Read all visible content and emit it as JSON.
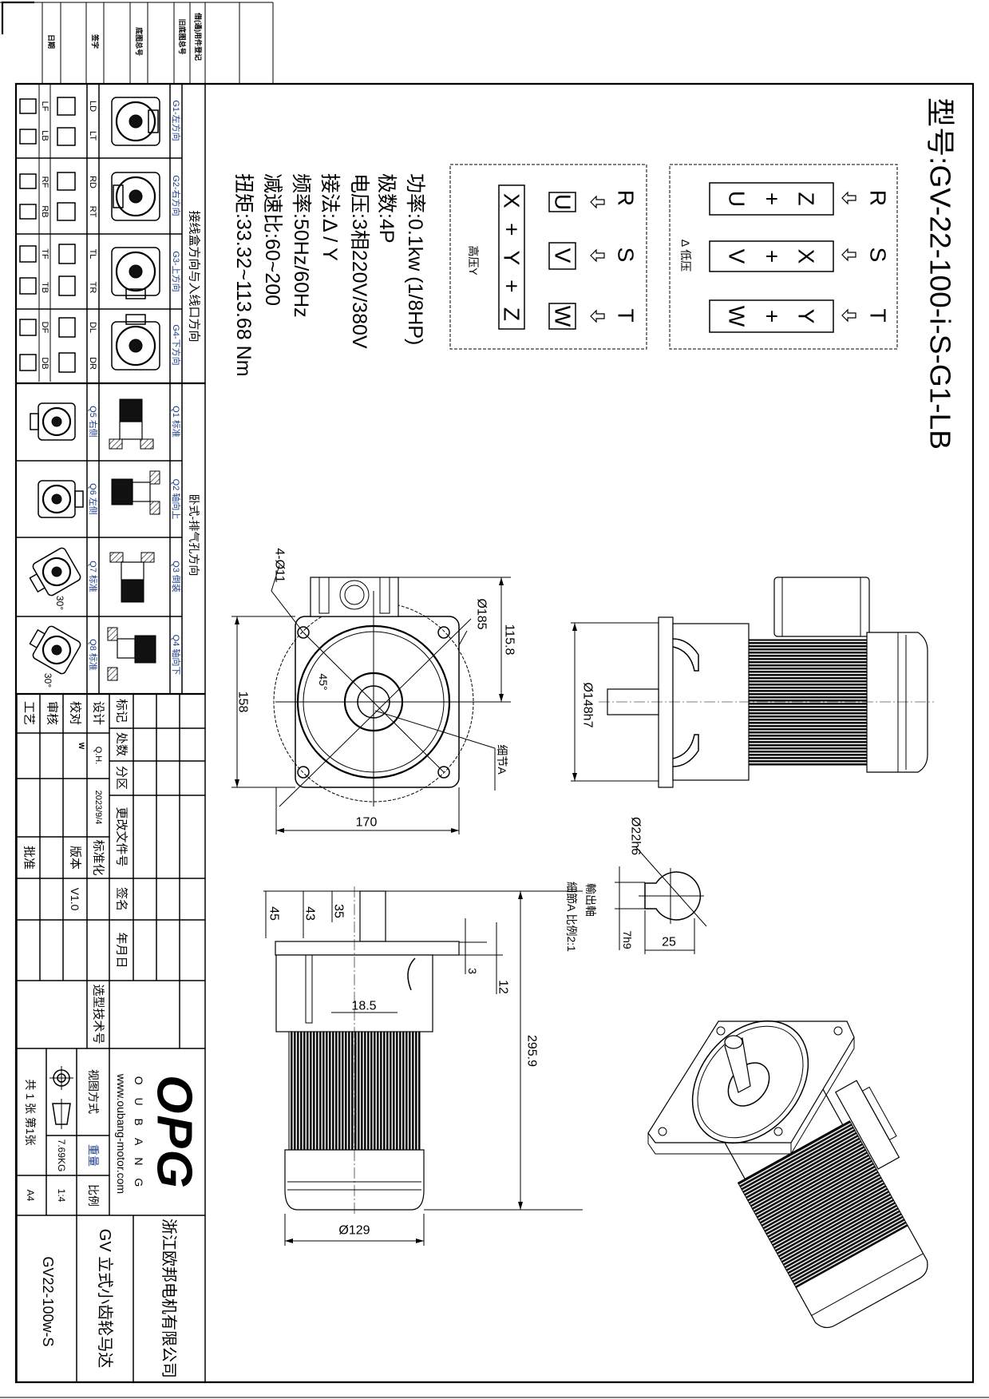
{
  "title": "型号:GV-22-100-i-S-G1-LB",
  "wiring": {
    "low": {
      "label": "Δ 低压",
      "terminals": [
        "R",
        "S",
        "T"
      ],
      "pairs": [
        [
          "Z",
          "+",
          "U"
        ],
        [
          "X",
          "+",
          "V"
        ],
        [
          "Y",
          "+",
          "W"
        ]
      ]
    },
    "high": {
      "label": "高压Y",
      "terminals": [
        "R",
        "S",
        "T"
      ],
      "boxes": [
        "U",
        "V",
        "W"
      ],
      "star": "X + Y + Z"
    }
  },
  "specs": [
    "功率:0.1kw (1/8HP)",
    "极数:4P",
    "电压:3相220V/380V",
    "接法:Δ / Y",
    "频率:50Hz/60Hz",
    "减速比:60~200",
    "扭矩:33.32~113.68 Nm"
  ],
  "dimensions": {
    "front": {
      "holes": "4-Ø11",
      "pcd": "Ø185",
      "height_top": "115.8",
      "height": "158",
      "width": "170",
      "angle": "45°",
      "detail": "细节A"
    },
    "side": {
      "spigot": "Ø148h7"
    },
    "detail": {
      "shaft_dia": "Ø22h6",
      "key": "7h9",
      "length": "25",
      "title": "輸出軸",
      "subtitle": "細節A  比例2:1"
    },
    "vertical": {
      "d45": "45",
      "d43": "43",
      "d35": "35",
      "d3": "3",
      "d12": "12",
      "d18": "18.5",
      "total": "295.9",
      "body": "Ø129"
    }
  },
  "connection_table": {
    "header": "接线盒方向与入线口方向",
    "groups": [
      {
        "label": "G1-左方向",
        "a": "LD",
        "b": "LT",
        "c": "LF",
        "d": "LB"
      },
      {
        "label": "G2-右方向",
        "a": "RD",
        "b": "RT",
        "c": "RF",
        "d": "RB"
      },
      {
        "label": "G3-上方向",
        "a": "TL",
        "b": "TR",
        "c": "TF",
        "d": "TB"
      },
      {
        "label": "G4-下方向",
        "a": "DL",
        "b": "DR",
        "c": "DF",
        "d": "DB"
      }
    ]
  },
  "mounting_table": {
    "header": "卧式-排气孔方向",
    "rows": [
      {
        "side": "Q1 标准",
        "face": "Q5 右侧"
      },
      {
        "side": "Q2 轴向上",
        "face": "Q6 左侧"
      },
      {
        "side": "Q3 倒装",
        "face": "Q7 标准"
      },
      {
        "side": "Q4 轴向下",
        "face": "Q8 标准"
      }
    ],
    "angle": "30°"
  },
  "top_block": [
    "借(通)用件登记",
    "旧底图总号",
    "底图总号",
    "签字",
    "日期"
  ],
  "revision": {
    "headers": [
      "标记",
      "处数",
      "分区",
      "更改文件号",
      "签名",
      "年月日"
    ],
    "design": "设计",
    "designer": "Q.H.",
    "date": "2023/9/4",
    "standardize": "标准化",
    "check": "校对",
    "checker": "W",
    "version_label": "版本",
    "version": "V1.0",
    "review": "审核",
    "process": "工艺",
    "approve": "批准",
    "selection": "选型技术号"
  },
  "title_block": {
    "logo": "OPG",
    "brand": "O U B A N G",
    "website": "www.oubang-motor.com",
    "view_method": "视图方式",
    "weight_label": "重量",
    "weight": "7.69KG",
    "scale_label": "比例",
    "scale": "1:4",
    "sheets": "共 1 张 第1张",
    "paper": "A4",
    "company": "浙江欧邦电机有限公司",
    "product": "GV 立式小齿轮马达",
    "drawing_no": "GV22-100w-S"
  }
}
